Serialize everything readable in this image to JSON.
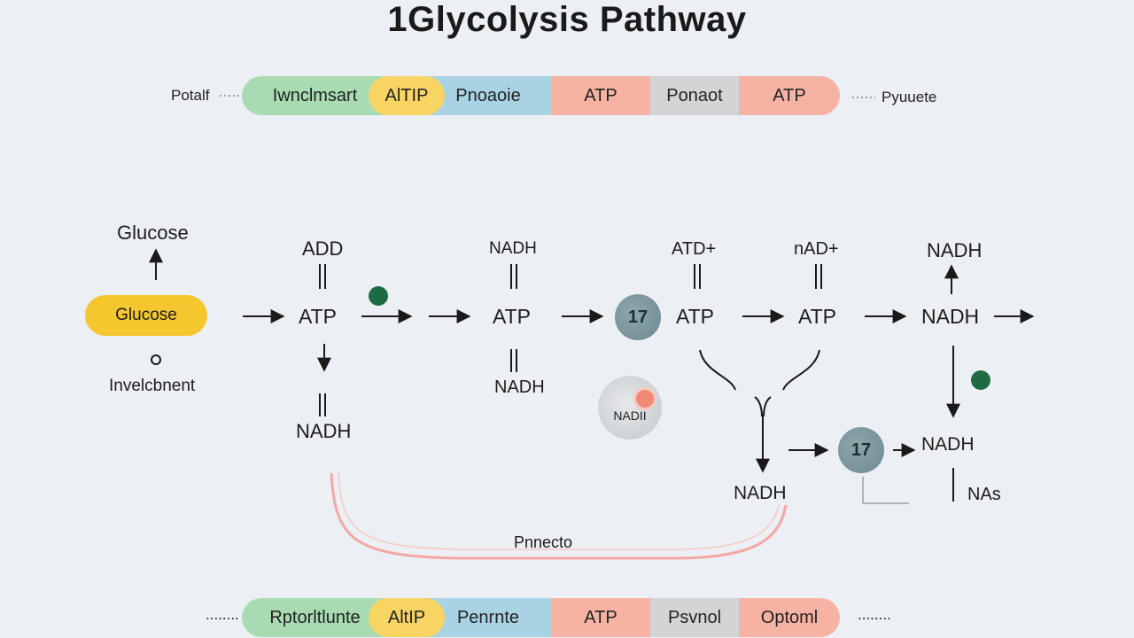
{
  "title": "1Glycolysis Pathway",
  "top_bar": {
    "left_label": "Potalf",
    "right_label": "Pyuuete",
    "segments": [
      {
        "label": "Iwnclmsart",
        "color": "#a8dbb2"
      },
      {
        "label": "AlTIP",
        "color": "#f8d463"
      },
      {
        "label": "Pnoaoie",
        "color": "#a9d3e4"
      },
      {
        "label": "ATP",
        "color": "#f6b3a3"
      },
      {
        "label": "Ponaot",
        "color": "#d3d4d6"
      },
      {
        "label": "ATP",
        "color": "#f6b3a3"
      }
    ]
  },
  "bottom_bar": {
    "left_label": "........",
    "right_label": "........",
    "segments": [
      {
        "label": "Rptorltlunte",
        "color": "#a8dbb2"
      },
      {
        "label": "AltIP",
        "color": "#f8d463"
      },
      {
        "label": "Penrnte",
        "color": "#a9d3e4"
      },
      {
        "label": "ATP",
        "color": "#f6b3a3"
      },
      {
        "label": "Psvnol",
        "color": "#d3d4d6"
      },
      {
        "label": "Optoml",
        "color": "#f6b3a3"
      }
    ]
  },
  "nodes": {
    "glucose_top": "Glucose",
    "glucose_pill": "Glucose",
    "investment": "Invelcbnent",
    "add": "ADD",
    "atp1": "ATP",
    "nadh1": "NADH",
    "nadh_plus": "NADH",
    "atp2": "ATP",
    "nadh2": "NADH",
    "circle1": "17",
    "atd_plus": "ATD+",
    "atp3": "ATP",
    "nad_plus": "nAD+",
    "atp4": "ATP",
    "nadh_top": "NADH",
    "nadh_mid": "NADH",
    "big_circle": "NADII",
    "nadh_bottom": "NADH",
    "circle2": "17",
    "nadh_right": "NADH",
    "nas": "NAs",
    "loop_label": "Pnnecto"
  },
  "colors": {
    "loop": "#f3a8a4",
    "arrow": "#1a1a1a"
  }
}
